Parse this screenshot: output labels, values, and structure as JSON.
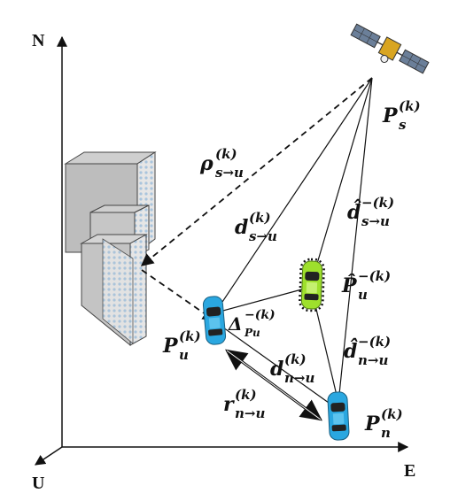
{
  "axes": {
    "north": "N",
    "east": "E",
    "up": "U"
  },
  "labels": {
    "rho_s_u": {
      "main": "ρ",
      "sup": "(k)",
      "sub": "s→u"
    },
    "P_s": {
      "main": "P",
      "sup": "(k)",
      "sub": "s"
    },
    "d_s_u": {
      "main": "d",
      "sup": "(k)",
      "sub": "s→u"
    },
    "dhat_s_u": {
      "main": "d̂",
      "sup": "−(k)",
      "sub": "s→u"
    },
    "Phat_u": {
      "main": "P̂",
      "sup": "−(k)",
      "sub": "u"
    },
    "Delta_P_u": {
      "main": "Δ",
      "sup": "−(k)",
      "sub": "Pu"
    },
    "P_u": {
      "main": "P",
      "sup": "(k)",
      "sub": "u"
    },
    "dhat_n_u": {
      "main": "d̂",
      "sup": "−(k)",
      "sub": "n→u"
    },
    "d_n_u": {
      "main": "d",
      "sup": "(k)",
      "sub": "n→u"
    },
    "r_n_u": {
      "main": "r",
      "sup": "(k)",
      "sub": "n→u"
    },
    "P_n": {
      "main": "P",
      "sup": "(k)",
      "sub": "n"
    }
  },
  "colors": {
    "car_user": "#2aa7e0",
    "car_neighbor": "#2aa7e0",
    "car_estimate": "#9ee02c",
    "line": "#111111",
    "building": "#d9d9d9"
  },
  "icons": [
    "satellite-icon",
    "building-icon",
    "car-icon"
  ]
}
